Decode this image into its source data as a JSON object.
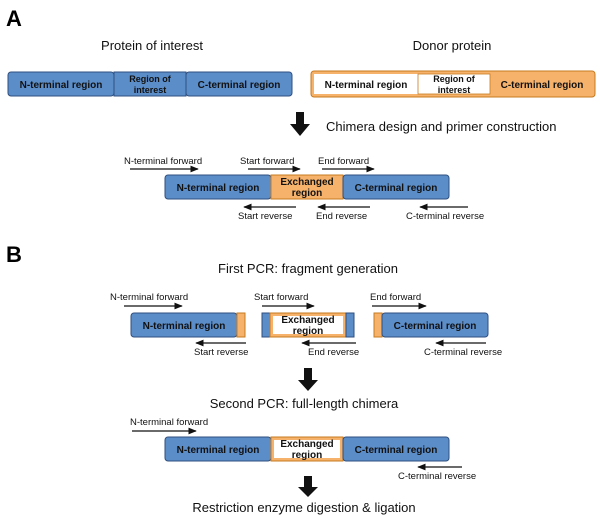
{
  "panels": {
    "a": "A",
    "b": "B"
  },
  "colors": {
    "blue": "#5b8dc9",
    "blue_stroke": "#2f4f7f",
    "orange": "#f6b26b",
    "orange_stroke": "#c77a1f",
    "white": "#ffffff"
  },
  "section_a": {
    "protein_of_interest": "Protein of interest",
    "donor_protein": "Donor protein",
    "poi_segments": [
      "N-terminal region",
      "Region of",
      "interest",
      "C-terminal region"
    ],
    "donor_segments": [
      "N-terminal region",
      "Region of",
      "interest",
      "C-terminal region"
    ],
    "step": "Chimera design and primer construction",
    "chimera_segments": [
      "N-terminal region",
      "Exchanged",
      "region",
      "C-terminal region"
    ],
    "primers": {
      "n_forward": "N-terminal forward",
      "start_forward": "Start forward",
      "end_forward": "End forward",
      "start_reverse": "Start reverse",
      "end_reverse": "End reverse",
      "c_reverse": "C-terminal reverse"
    }
  },
  "section_b": {
    "first_pcr": "First PCR: fragment generation",
    "fragments": [
      "N-terminal region",
      "Exchanged",
      "region",
      "C-terminal region"
    ],
    "primers": {
      "n_forward": "N-terminal forward",
      "start_forward": "Start forward",
      "end_forward": "End forward",
      "start_reverse": "Start reverse",
      "end_reverse": "End reverse",
      "c_reverse": "C-terminal reverse"
    },
    "second_pcr": "Second PCR: full-length chimera",
    "chimera_segments": [
      "N-terminal region",
      "Exchanged",
      "region",
      "C-terminal region"
    ],
    "n_forward": "N-terminal forward",
    "c_reverse": "C-terminal reverse",
    "final_step": "Restriction enzyme digestion & ligation"
  }
}
